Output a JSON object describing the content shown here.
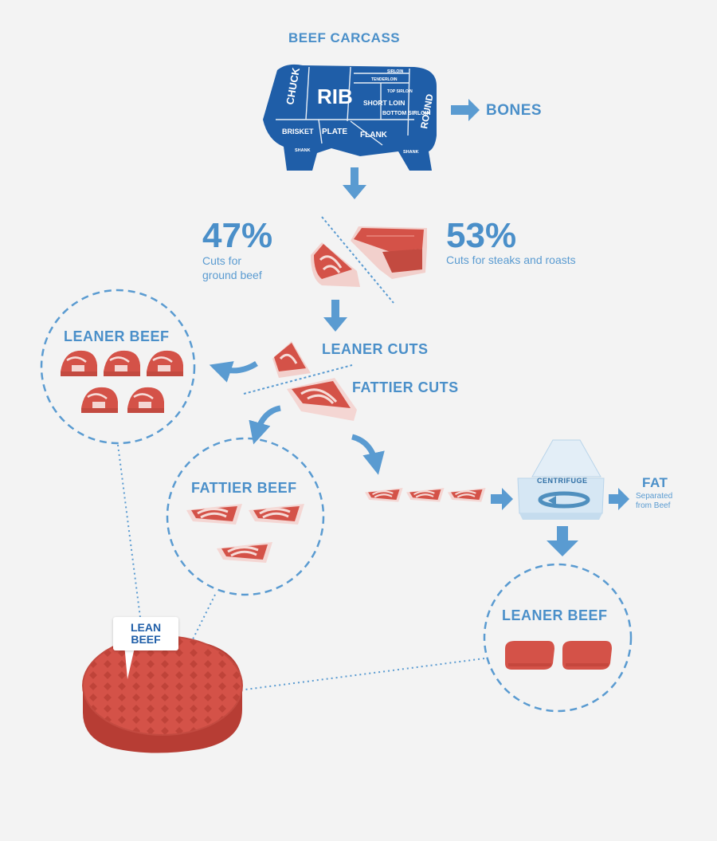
{
  "colors": {
    "label_blue": "#4a8fc9",
    "carcass_blue": "#1f5ea8",
    "meat_red": "#d45248",
    "fat_pink": "#f4d6d3",
    "background": "#f3f3f3"
  },
  "top": {
    "title": "BEEF CARCASS",
    "bones_label": "BONES"
  },
  "carcass": {
    "cuts": {
      "chuck": "CHUCK",
      "rib": "RIB",
      "short_loin": "SHORT LOIN",
      "sirloin": "SIRLOIN",
      "tenderloin": "TENDERLOIN",
      "top_sirloin": "TOP SIRLOIN",
      "bottom_sirloin": "BOTTOM SIRLOIN",
      "round": "ROUND",
      "brisket": "BRISKET",
      "plate": "PLATE",
      "flank": "FLANK",
      "shank_front": "SHANK",
      "shank_rear": "SHANK"
    }
  },
  "split": {
    "left_percent": "47%",
    "left_desc_line1": "Cuts for",
    "left_desc_line2": "ground beef",
    "right_percent": "53%",
    "right_desc": "Cuts for steaks and roasts"
  },
  "flow": {
    "leaner_cuts": "LEANER CUTS",
    "fattier_cuts": "FATTIER CUTS",
    "leaner_beef_left": "LEANER BEEF",
    "fattier_beef": "FATTIER BEEF",
    "centrifuge": "CENTRIFUGE",
    "fat": "FAT",
    "fat_desc_line1": "Separated",
    "fat_desc_line2": "from Beef",
    "leaner_beef_right": "LEANER BEEF"
  },
  "result": {
    "line1": "LEAN",
    "line2": "BEEF"
  },
  "icons": [
    "arrow-icon",
    "steak-icon",
    "fatty-wedge-icon",
    "lean-block-icon",
    "patty-icon",
    "centrifuge-icon",
    "carcass-icon"
  ]
}
